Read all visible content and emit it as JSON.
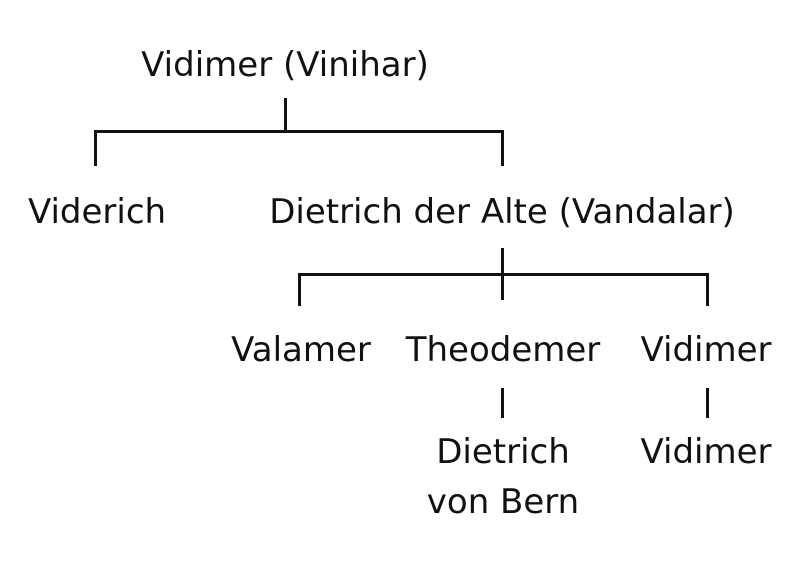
{
  "tree": {
    "root": "Vidimer (Vinihar)",
    "gen2": {
      "left": "Viderich",
      "right": "Dietrich der Alte (Vandalar)"
    },
    "gen3": {
      "left": "Valamer",
      "middle": "Theodemer",
      "right": "Vidimer"
    },
    "gen4": {
      "middle_line1": "Dietrich",
      "middle_line2": "von Bern",
      "right": "Vidimer"
    }
  }
}
